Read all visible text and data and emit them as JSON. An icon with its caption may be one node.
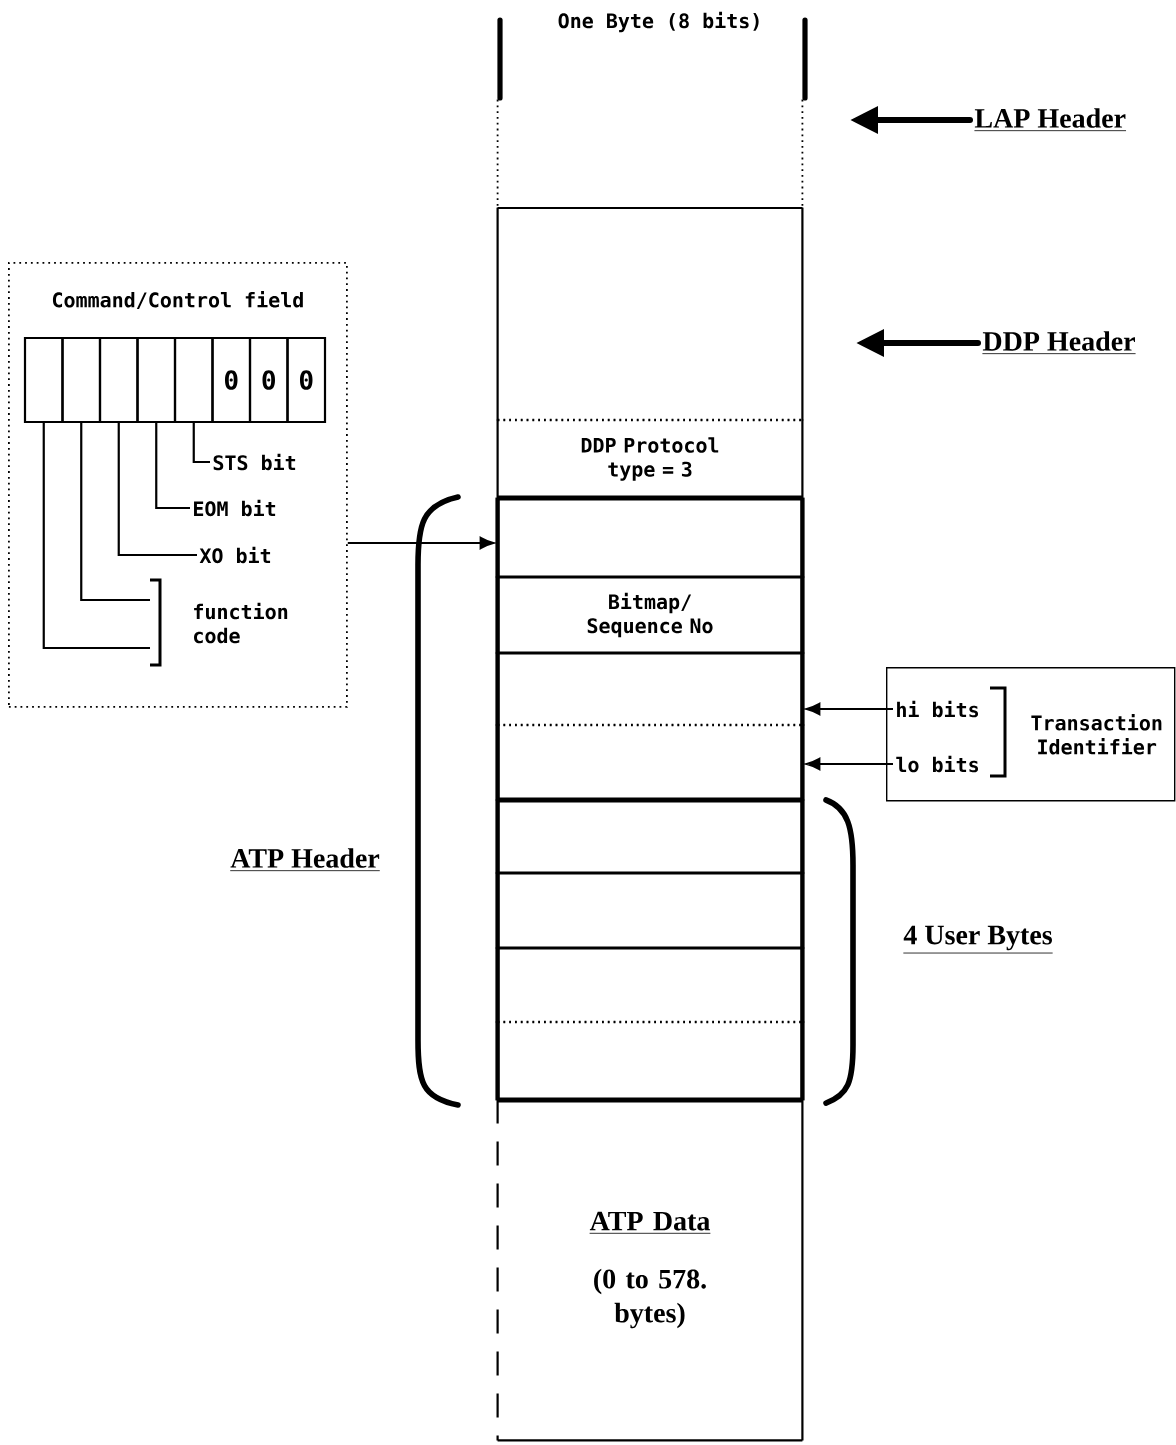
{
  "diagram": {
    "nodes": [
      {
        "text": [
          "Command/Control field"
        ]
      },
      {
        "text": [],
        "shape": "box",
        "in": 0
      },
      {
        "text": [],
        "shape": "box",
        "in": 0
      },
      {
        "text": [],
        "shape": "box",
        "in": 0
      },
      {
        "text": [],
        "shape": "box",
        "in": 0
      },
      {
        "text": [],
        "shape": "box",
        "in": 0
      },
      {
        "text": [
          "0"
        ],
        "in": 0
      },
      {
        "text": [
          "0"
        ],
        "in": 0
      },
      {
        "text": [
          "0"
        ],
        "in": 0
      },
      {
        "text": [
          "STS bit"
        ],
        "in": 0
      },
      {
        "text": [
          "EOM bit"
        ],
        "in": 0
      },
      {
        "text": [
          "XO bit"
        ],
        "in": 0
      },
      {
        "text": [
          "function code"
        ],
        "in": 0
      },
      {
        "text": [],
        "shape": "box"
      },
      {
        "text": [],
        "shape": "box"
      },
      {
        "text": [
          "DDP Protocol type = 3"
        ]
      },
      {
        "text": [],
        "shape": "box"
      },
      {
        "text": [
          "Bitmap/ Sequence No"
        ]
      },
      {
        "text": [],
        "shape": "box"
      },
      {
        "text": [],
        "shape": "box"
      },
      {
        "text": [],
        "shape": "box"
      },
      {
        "text": [],
        "shape": "box"
      },
      {
        "text": [],
        "shape": "box"
      },
      {
        "text": [],
        "shape": "box"
      },
      {
        "text": [
          "ATP Data",
          "(0 to 578. bytes)"
        ]
      },
      {
        "text": [
          "LAP Header"
        ]
      },
      {
        "text": [
          "DDP Header"
        ]
      },
      {
        "text": [
          "Transaction Identifier"
        ]
      },
      {
        "text": [
          "hi bits"
        ],
        "in": 27
      },
      {
        "text": [
          "lo bits"
        ],
        "in": 27
      }
    ],
    "edges": [
      {
        "from": 5,
        "to": 9,
        "arrow": "none"
      },
      {
        "from": 4,
        "to": 10,
        "arrow": "none"
      },
      {
        "from": 3,
        "to": 11,
        "arrow": "none"
      },
      {
        "from": 2,
        "to": 12,
        "arrow": "none"
      },
      {
        "from": 1,
        "to": 12,
        "arrow": "none"
      },
      {
        "from": 0,
        "to": 16,
        "arrow": "to"
      },
      {
        "from": 28,
        "to": 18,
        "arrow": "to"
      },
      {
        "from": 29,
        "to": 19,
        "arrow": "to"
      },
      {
        "from": 25,
        "to": null,
        "arrow": "to",
        "style": "thick"
      },
      {
        "from": 26,
        "to": null,
        "arrow": "to",
        "style": "thick"
      }
    ],
    "labels": [
      "One Byte (8 bits)",
      "ATP Header",
      "4 User Bytes"
    ]
  }
}
